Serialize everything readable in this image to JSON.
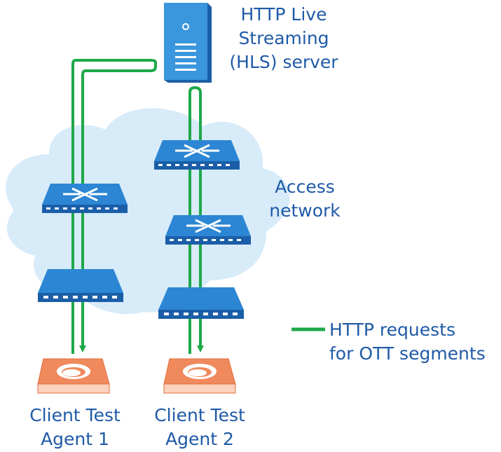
{
  "server": {
    "label_lines": [
      "HTTP Live",
      "Streaming",
      "(HLS) server"
    ],
    "icon": "server-icon"
  },
  "access_network": {
    "label_lines": [
      "Access",
      "network"
    ],
    "icon": "cloud-icon"
  },
  "agents": [
    {
      "label_lines": [
        "Client Test",
        "Agent 1"
      ],
      "icon": "test-agent-icon"
    },
    {
      "label_lines": [
        "Client Test",
        "Agent 2"
      ],
      "icon": "test-agent-icon"
    }
  ],
  "legend": {
    "label_lines": [
      "HTTP requests",
      "for OTT segments"
    ],
    "icon": "green-line-swatch"
  },
  "devices": {
    "router_icon": "router-icon",
    "switch_icon": "switch-icon"
  },
  "colors": {
    "text": "#1f5aa6",
    "cloud": "#d7ebf9",
    "device_blue": "#2c86d3",
    "device_dark": "#1b5ea8",
    "server_blue": "#3a96dd",
    "path_green": "#1ea84a",
    "agent_orange": "#f08a5d",
    "agent_light": "#fbd2bd"
  }
}
